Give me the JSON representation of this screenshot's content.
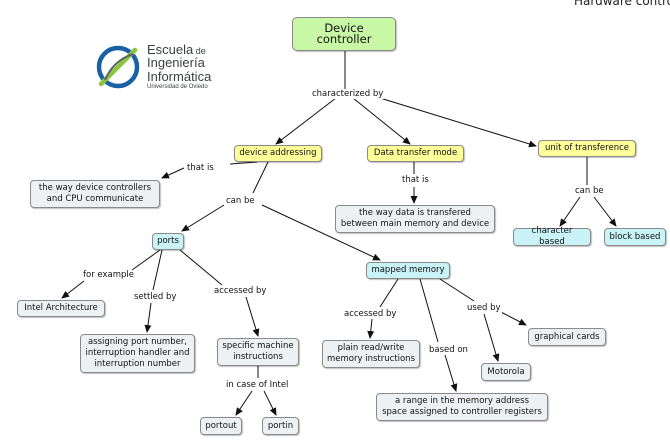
{
  "header": {
    "corner_text": "Hardware contro"
  },
  "logo": {
    "line1_main": "Escuela",
    "line1_small": " de",
    "line2": "Ingeniería",
    "line3": "Informática",
    "line4": "Universidad de Oviedo"
  },
  "colors": {
    "root_fill": "#c8f7a6",
    "yellow_fill": "#ffff99",
    "cyan_fill": "#c9f3f7",
    "gray_fill": "#eef1f4",
    "arrow": "#111111",
    "logo_blue": "#1b5fa6",
    "logo_green": "#8cc63f",
    "logo_gray": "#5c5f63"
  },
  "nodes": [
    {
      "id": "device-controller",
      "text": "Device controller",
      "style": "root"
    },
    {
      "id": "device-addressing",
      "text": "device addressing",
      "style": "yellow"
    },
    {
      "id": "data-transfer-mode",
      "text": "Data transfer mode",
      "style": "yellow"
    },
    {
      "id": "unit-of-transference",
      "text": "unit of transference",
      "style": "yellow"
    },
    {
      "id": "way-communicate",
      "text": "the way device controllers\nand CPU communicate",
      "style": "gray"
    },
    {
      "id": "way-data-transfered",
      "text": "the way data is transfered\nbetween main memory and device",
      "style": "gray"
    },
    {
      "id": "character-based",
      "text": "character based",
      "style": "cyan"
    },
    {
      "id": "block-based",
      "text": "block based",
      "style": "cyan"
    },
    {
      "id": "ports",
      "text": "ports",
      "style": "cyan"
    },
    {
      "id": "mapped-memory",
      "text": "mapped memory",
      "style": "cyan"
    },
    {
      "id": "intel-architecture",
      "text": "Intel Architecture",
      "style": "gray"
    },
    {
      "id": "assigning-port",
      "text": "assigning port number,\ninterruption handler and\ninterruption number",
      "style": "gray"
    },
    {
      "id": "specific-instructions",
      "text": "specific machine\ninstructions",
      "style": "gray"
    },
    {
      "id": "portout",
      "text": "portout",
      "style": "gray"
    },
    {
      "id": "portin",
      "text": "portin",
      "style": "gray"
    },
    {
      "id": "plain-read-write",
      "text": "plain read/write\nmemory instructions",
      "style": "gray"
    },
    {
      "id": "motorola",
      "text": "Motorola",
      "style": "gray"
    },
    {
      "id": "graphical-cards",
      "text": "graphical cards",
      "style": "gray"
    },
    {
      "id": "memory-range",
      "text": "a range in the memory address\nspace assigned to controller registers",
      "style": "gray"
    }
  ],
  "edge_labels": [
    {
      "id": "characterized-by",
      "text": "characterized by"
    },
    {
      "id": "that-is-1",
      "text": "that is"
    },
    {
      "id": "that-is-2",
      "text": "that is"
    },
    {
      "id": "can-be-1",
      "text": "can be"
    },
    {
      "id": "can-be-2",
      "text": "can be"
    },
    {
      "id": "for-example",
      "text": "for example"
    },
    {
      "id": "settled-by",
      "text": "settled by"
    },
    {
      "id": "accessed-by-1",
      "text": "accessed by"
    },
    {
      "id": "accessed-by-2",
      "text": "accessed by"
    },
    {
      "id": "based-on",
      "text": "based on"
    },
    {
      "id": "used-by",
      "text": "used by"
    },
    {
      "id": "in-case-of-intel",
      "text": "in case of Intel"
    }
  ]
}
